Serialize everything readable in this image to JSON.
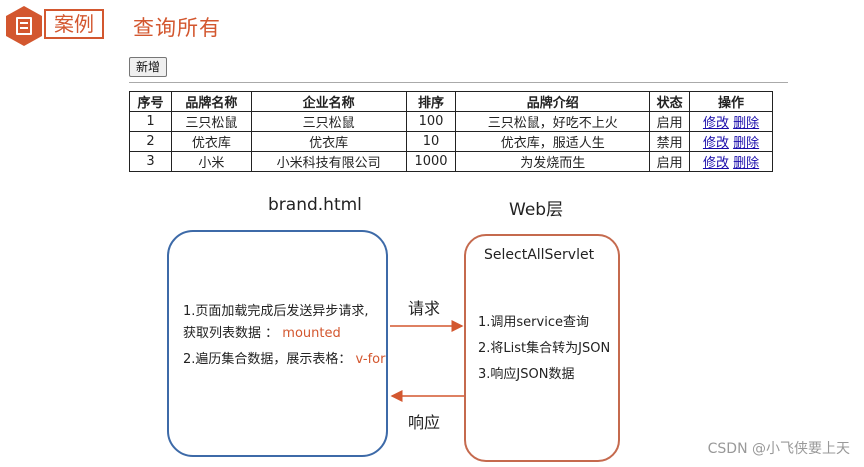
{
  "header": {
    "badge_icon": "document-icon",
    "case_label": "案例",
    "page_title": "查询所有",
    "accent_color": "#d3572f"
  },
  "toolbar": {
    "add_label": "新增"
  },
  "table": {
    "headers": [
      "序号",
      "品牌名称",
      "企业名称",
      "排序",
      "品牌介绍",
      "状态",
      "操作"
    ],
    "rows": [
      {
        "id": "1",
        "brand": "三只松鼠",
        "company": "三只松鼠",
        "order": "100",
        "desc": "三只松鼠，好吃不上火",
        "status": "启用",
        "edit": "修改",
        "delete": "删除"
      },
      {
        "id": "2",
        "brand": "优衣库",
        "company": "优衣库",
        "order": "10",
        "desc": "优衣库，服适人生",
        "status": "禁用",
        "edit": "修改",
        "delete": "删除"
      },
      {
        "id": "3",
        "brand": "小米",
        "company": "小米科技有限公司",
        "order": "1000",
        "desc": "为发烧而生",
        "status": "启用",
        "edit": "修改",
        "delete": "删除"
      }
    ]
  },
  "diagram": {
    "left_label": "brand.html",
    "right_label": "Web层",
    "left_box": {
      "color": "#3d6aa8",
      "line1": "1.页面加载完成后发送异步请求,",
      "line2_prefix": "获取列表数据 ：",
      "line2_highlight": "mounted",
      "line3_prefix": "2.遍历集合数据，展示表格：",
      "line3_highlight": "v-for"
    },
    "right_box": {
      "color": "#c56a4e",
      "title": "SelectAllServlet",
      "step1": "1.调用service查询",
      "step2": "2.将List集合转为JSON",
      "step3": "3.响应JSON数据"
    },
    "request_label": "请求",
    "response_label": "响应",
    "arrow_color": "#d3572f"
  },
  "watermark": "CSDN @小飞侠要上天"
}
